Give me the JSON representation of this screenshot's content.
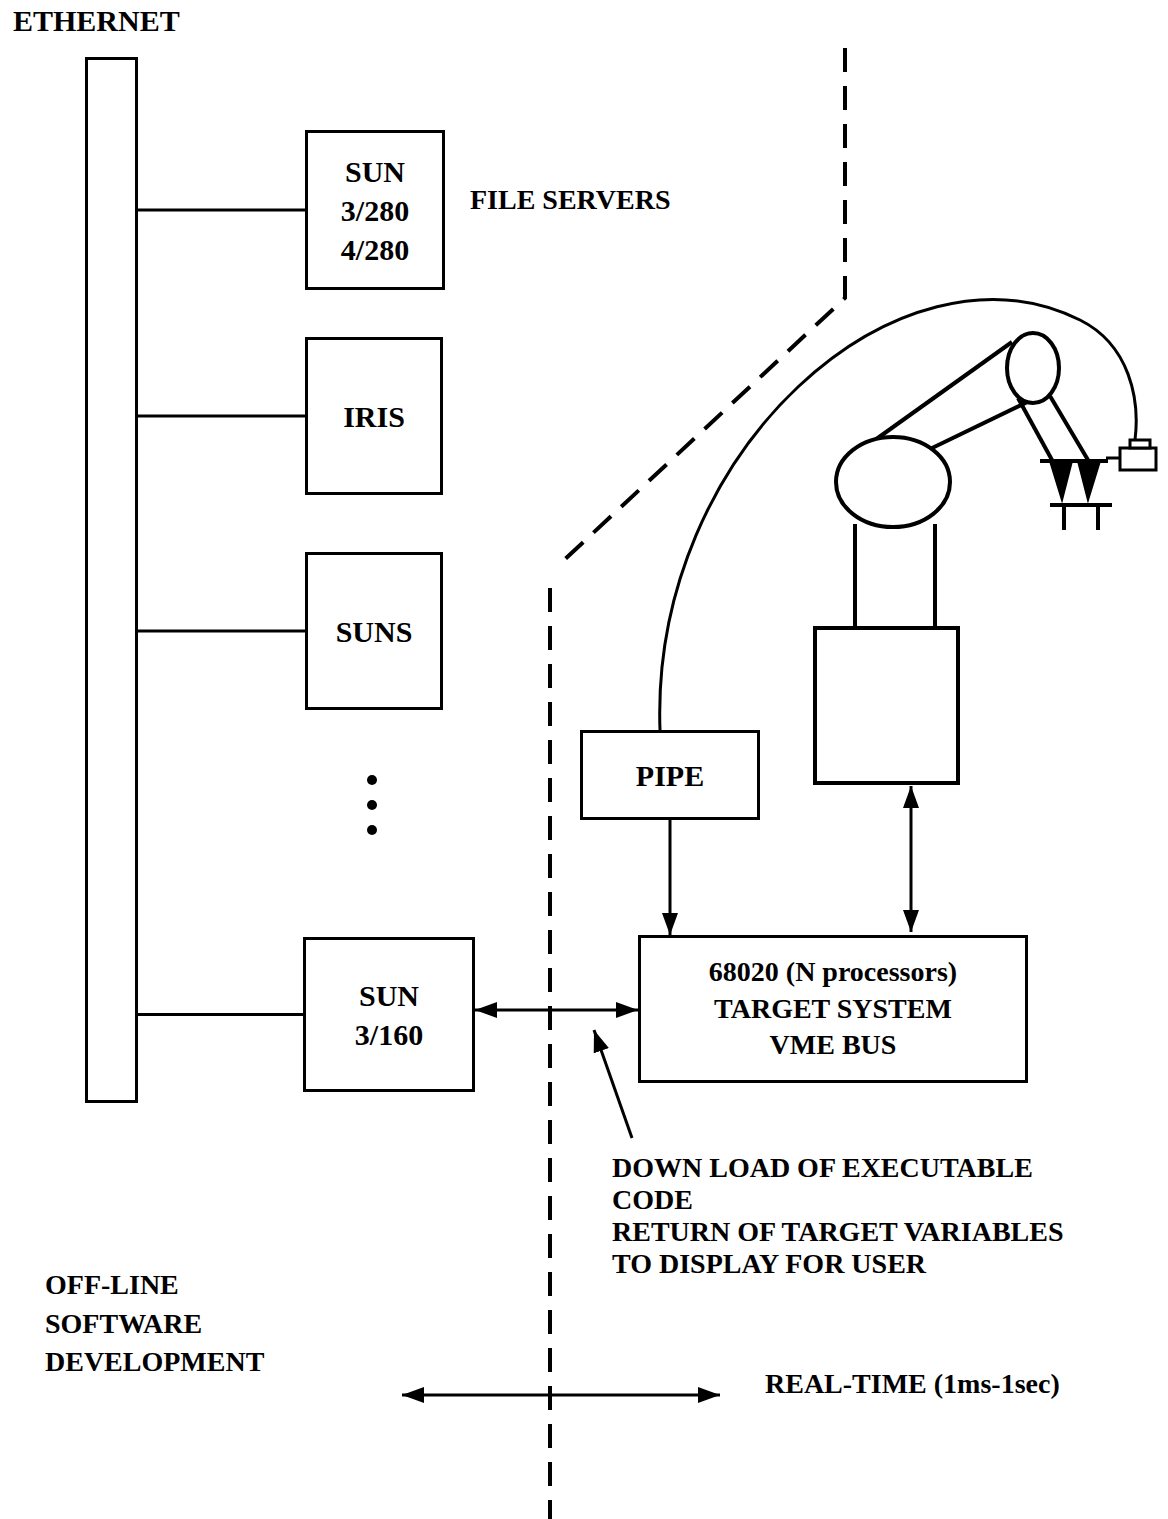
{
  "diagram": {
    "nodes": [
      {
        "text": [
          "ETHERNET"
        ]
      },
      {
        "text": [
          "SUN 3/280 4/280"
        ]
      },
      {
        "text": [
          "IRIS"
        ]
      },
      {
        "text": [
          "SUNS"
        ]
      },
      {
        "text": [
          "SUN 3/160"
        ]
      },
      {
        "text": [
          "PIPE"
        ]
      },
      {
        "text": [
          "68020 (N processors) TARGET SYSTEM VME BUS"
        ]
      }
    ],
    "edges": [
      {
        "from": 0,
        "to": 1,
        "arrow": "none"
      },
      {
        "from": 0,
        "to": 2,
        "arrow": "none"
      },
      {
        "from": 0,
        "to": 3,
        "arrow": "none"
      },
      {
        "from": 0,
        "to": 4,
        "arrow": "none"
      },
      {
        "from": 4,
        "to": 6,
        "arrow": "both"
      },
      {
        "from": 5,
        "to": 6,
        "arrow": "to"
      }
    ],
    "labels": [
      "FILE SERVERS",
      "DOWN LOAD OF EXECUTABLE CODE",
      "RETURN OF TARGET VARIABLES TO DISPLAY FOR USER",
      "OFF-LINE SOFTWARE DEVELOPMENT",
      "REAL-TIME (1ms-1sec)"
    ]
  }
}
